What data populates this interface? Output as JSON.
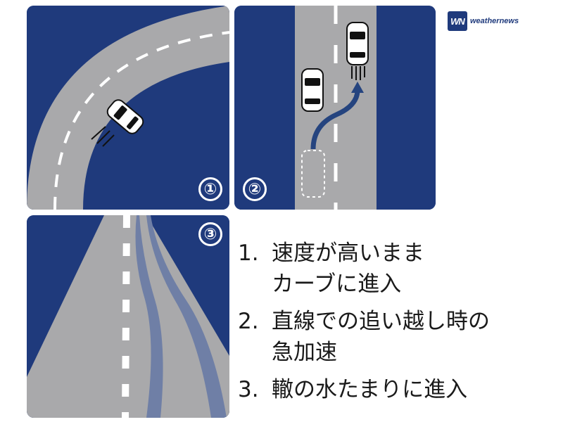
{
  "logo": {
    "mark": "WN",
    "text": "weathernews"
  },
  "badges": {
    "one": "①",
    "two": "②",
    "three": "③"
  },
  "causes": [
    {
      "number": "1.",
      "text": "速度が高いまま\nカーブに進入"
    },
    {
      "number": "2.",
      "text": "直線での追い越し時の\n急加速"
    },
    {
      "number": "3.",
      "text": "轍の水たまりに進入"
    }
  ],
  "colors": {
    "background_navy": "#1f3a7c",
    "road_gray": "#a9a9ab",
    "lane_marking": "#ffffff",
    "arrow_blue": "#25447f",
    "rut_water": "#6f7fa6",
    "text": "#1a1a1a"
  }
}
